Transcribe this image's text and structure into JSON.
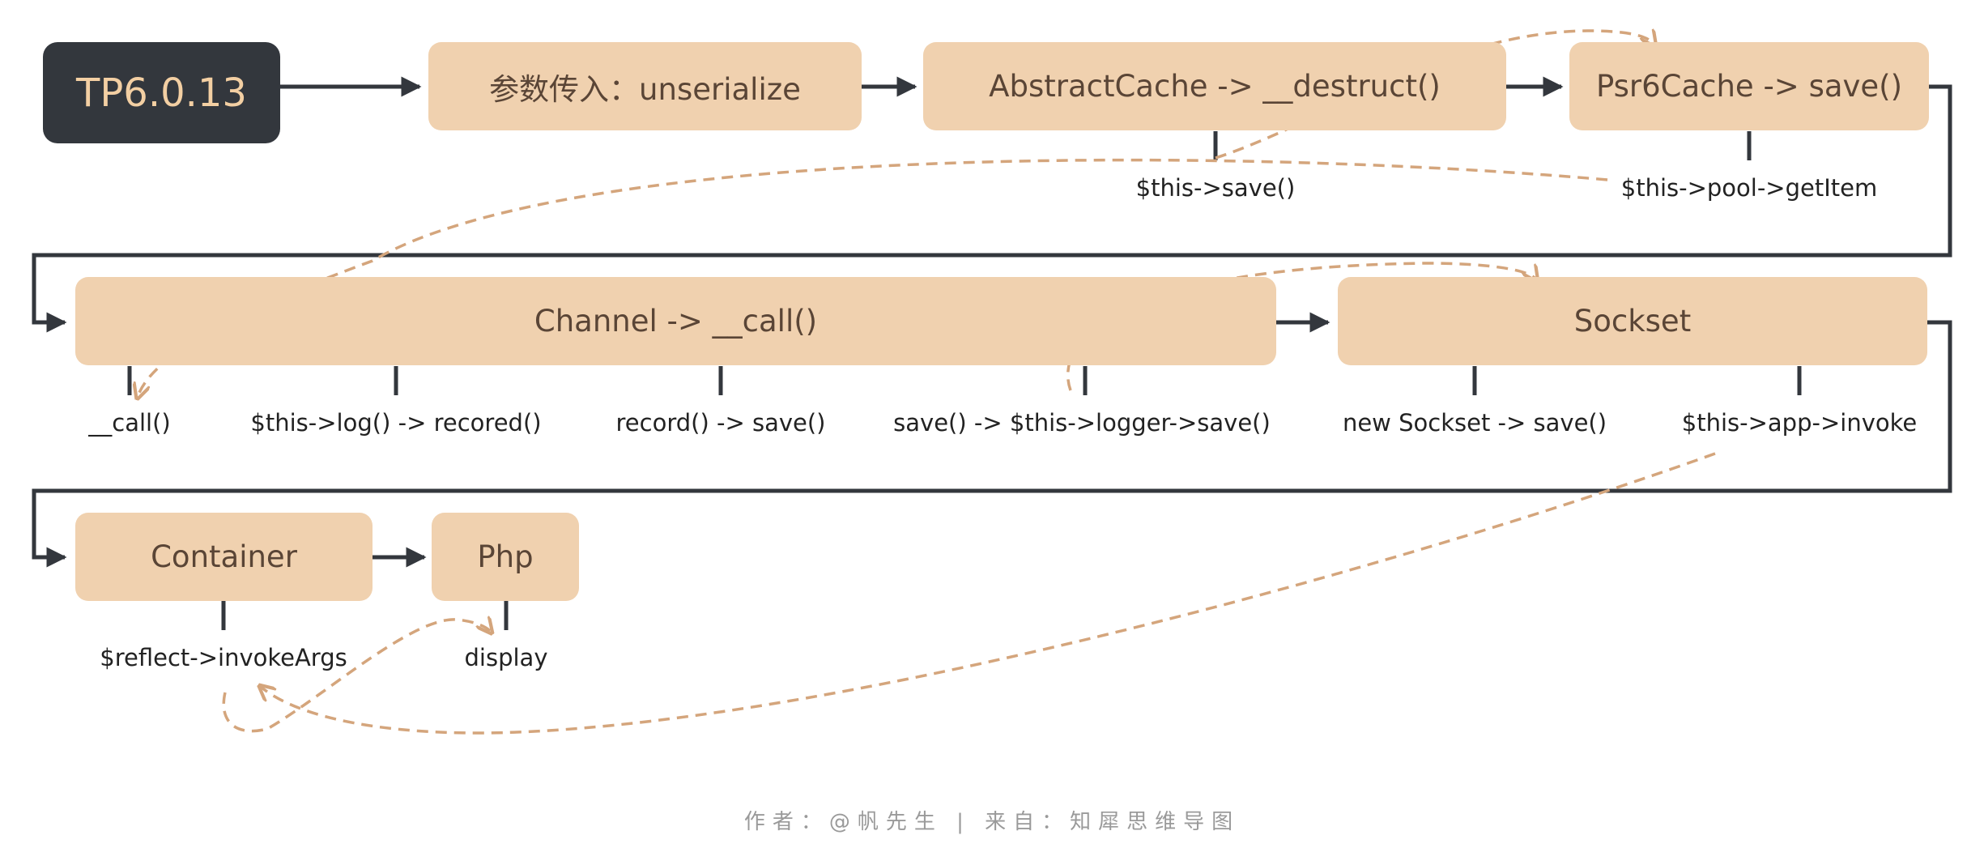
{
  "nodes": {
    "root": "TP6.0.13",
    "params": "参数传入：unserialize",
    "abstract_cache": "AbstractCache -> __destruct()",
    "psr6_cache": "Psr6Cache -> save()",
    "channel": "Channel -> __call()",
    "sockset": "Sockset",
    "container": "Container",
    "php": "Php"
  },
  "labels": {
    "this_save": "$this->save()",
    "pool_getitem": "$this->pool->getItem",
    "call": "__call()",
    "log_recored": "$this->log() -> recored()",
    "record_save": "record() -> save()",
    "logger_save": "save() -> $this->logger->save()",
    "new_sockset": "new Sockset -> save()",
    "app_invoke": "$this->app->invoke",
    "invoke_args": "$reflect->invokeArgs",
    "display": "display"
  },
  "footer": "作者：@帆先生 | 来自：知犀思维导图",
  "colors": {
    "node_fill": "#f0d1af",
    "node_text": "#5a4536",
    "root_fill": "#33373d",
    "root_text": "#f3cfa3",
    "connector": "#33373d",
    "dashed_arrow": "#d4a57c"
  }
}
